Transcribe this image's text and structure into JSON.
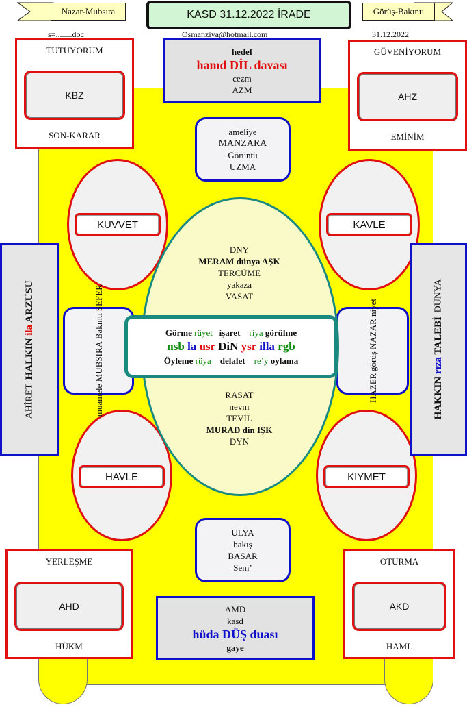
{
  "header": {
    "left_ribbon": "Nazar-Mubsıra",
    "title": "KASD  31.12.2022  İRADE",
    "right_ribbon": "Görüş-Bakıntı",
    "left_note": "s=........doc",
    "center_note": "Osmanziya@hotmail.com",
    "right_note": "31.12.2022"
  },
  "top_left": {
    "title": "TUTUYORUM",
    "inner": "KBZ",
    "bottom": "SON-KARAR"
  },
  "top_right": {
    "title": "GÜVENİYORUM",
    "inner": "AHZ",
    "bottom": "EMİNİM"
  },
  "bottom_left": {
    "title": "YERLEŞME",
    "inner": "AHD",
    "bottom": "HÜKM"
  },
  "bottom_right": {
    "title": "OTURMA",
    "inner": "AKD",
    "bottom": "HAML"
  },
  "top_center": {
    "line1": "hedef",
    "line2": "hamd DİL davası",
    "line3": "cezm",
    "line4": "AZM"
  },
  "bottom_center": {
    "line1": "AMD",
    "line2": "kasd",
    "line3": "hüda DÜŞ duası",
    "line4": "gaye"
  },
  "upper_box": [
    "ameliye",
    "MANZARA",
    "Görüntü",
    "UZMA"
  ],
  "lower_box": [
    "ULYA",
    "bakış",
    "BASAR",
    "Sem’"
  ],
  "ovals": {
    "upper_left": "KUVVET",
    "upper_right": "KAVLE",
    "lower_left": "HAVLE",
    "lower_right": "KIYMET"
  },
  "left_side": {
    "line1": "AHİRET",
    "line2a": "HALKIN ",
    "line2b": "ila",
    "line2c": " ARZUSU"
  },
  "right_side": {
    "line1a": "HAKKIN ",
    "line1b": "rıza",
    "line1c": " TALEBİ",
    "line2": "DÜNYA"
  },
  "mid_left": [
    "muamele",
    "MUBSIRA",
    "Bakıntı",
    "SEFER"
  ],
  "mid_right": [
    "HAZER",
    "görüş",
    "NAZAR",
    "niyet"
  ],
  "ellipse_top": {
    "l1": "DNY",
    "l2": "MERAM dünya AŞK",
    "l3": "TERCÜME",
    "l4": "yakaza",
    "l5": "VASAT"
  },
  "ellipse_bottom": {
    "l1": "RASAT",
    "l2": "nevm",
    "l3": "TEVİL",
    "l4": "MURAD din IŞK",
    "l5": "DYN"
  },
  "core": {
    "r1": [
      "Görme",
      " rüyet",
      "   işaret",
      "    riya",
      " görülme"
    ],
    "r2": [
      "nsb",
      " la",
      " usr",
      " DiN",
      " ysr",
      " illa",
      " rgb"
    ],
    "r3": [
      "Öyleme",
      " rüya",
      "    delalet",
      "    re’y",
      " oylama"
    ]
  },
  "colors": {
    "table": "#ffff00",
    "ellipse": "#fafac8",
    "ellipse_border": "#1a8a80",
    "accent_red": "#e01010",
    "accent_blue": "#1010c8"
  }
}
